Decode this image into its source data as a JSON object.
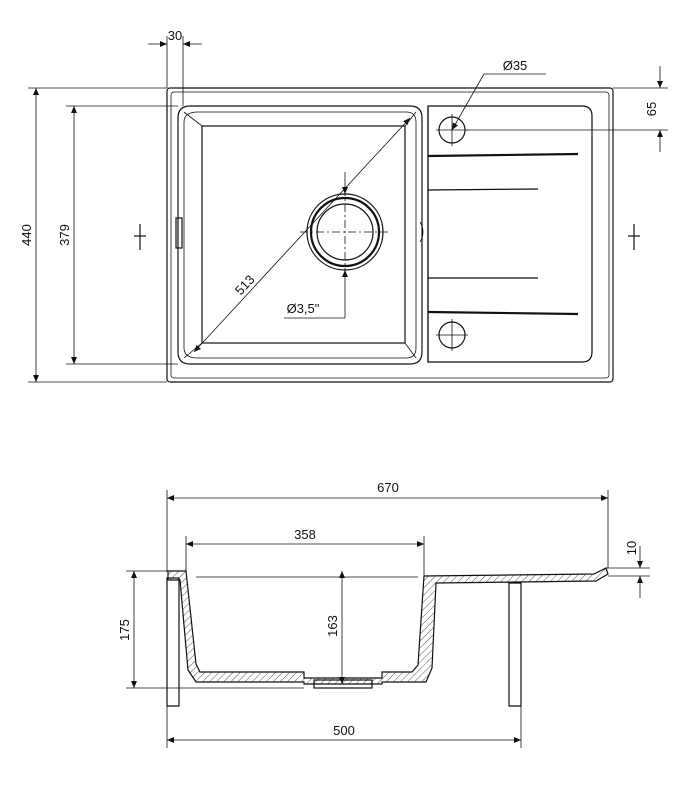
{
  "top_view": {
    "dim_wall": "30",
    "dim_hole": "Ø35",
    "dim_tap_offset": "65",
    "dim_overall_depth": "440",
    "dim_bowl_depth": "379",
    "dim_diagonal": "513",
    "dim_drain": "Ø3,5\""
  },
  "section_view": {
    "dim_overall_width": "670",
    "dim_bowl_width": "358",
    "dim_rim": "10",
    "dim_height": "175",
    "dim_bowl_height": "163",
    "dim_cabinet": "500"
  }
}
